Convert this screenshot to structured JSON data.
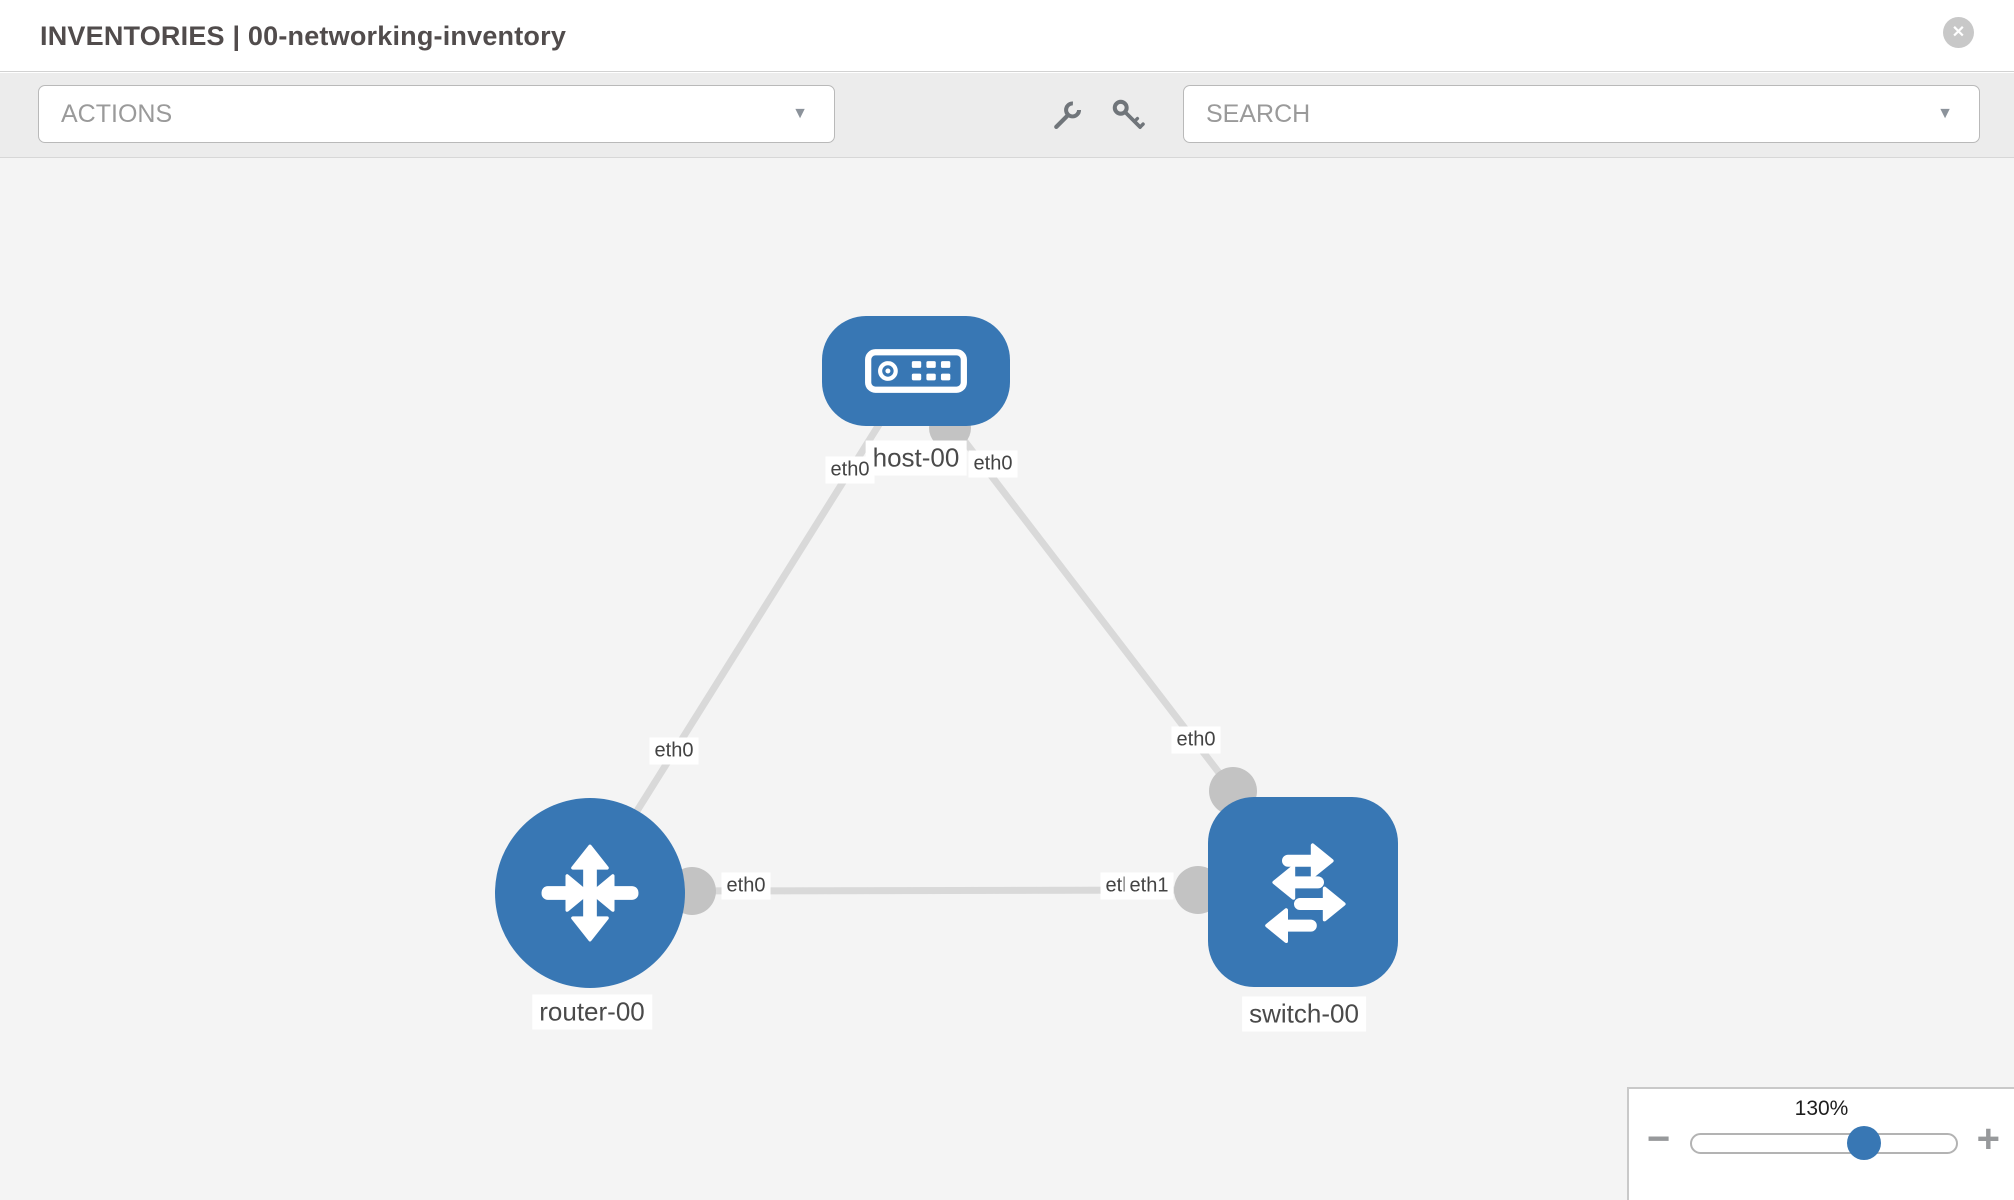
{
  "header": {
    "title": "INVENTORIES | 00-networking-inventory",
    "close_glyph": "✕"
  },
  "toolbar": {
    "actions_label": "ACTIONS",
    "search_label": "SEARCH",
    "caret_glyph": "▼",
    "tool_icons": [
      "wrench",
      "key"
    ]
  },
  "canvas": {
    "nodes": [
      {
        "id": "host-00",
        "type": "host",
        "label": "host-00"
      },
      {
        "id": "router-00",
        "type": "router",
        "label": "router-00"
      },
      {
        "id": "switch-00",
        "type": "switch",
        "label": "switch-00"
      }
    ],
    "links": [
      {
        "from": "host-00",
        "from_interface": "eth0",
        "to": "router-00",
        "to_interface": "eth0"
      },
      {
        "from": "host-00",
        "from_interface": "eth0",
        "to": "switch-00",
        "to_interface": "eth0"
      },
      {
        "from": "router-00",
        "from_interface": "eth0",
        "to": "switch-00",
        "to_interface": "eth1"
      }
    ],
    "interface_labels": [
      "eth0",
      "eth0",
      "eth0",
      "eth0",
      "eth0",
      "eth1",
      "eth1"
    ]
  },
  "zoom_control": {
    "level": "130%",
    "minus_glyph": "−",
    "plus_glyph": "+"
  },
  "colors": {
    "node_blue": "#3877b4",
    "link_gray": "#d9d9d9",
    "connector_gray": "#c3c3c3",
    "toolbar_bg": "#ececec",
    "canvas_bg": "#f4f4f4",
    "icon_gray": "#70757a"
  }
}
